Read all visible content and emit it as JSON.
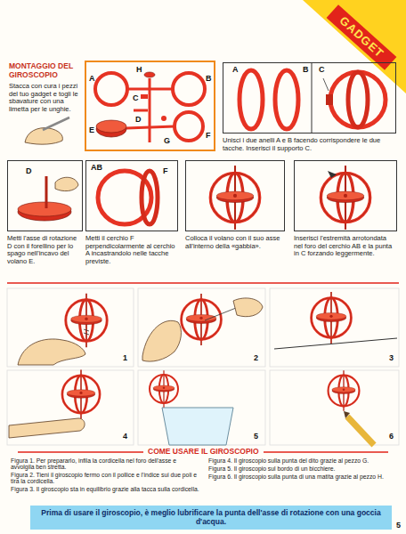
{
  "diagram": {
    "title": "MONTAGGIO DEL GIROSCOPIO",
    "nodes": [
      {
        "text": [
          "GADGET"
        ]
      },
      {
        "text": [
          "A",
          "H",
          "C",
          "B",
          "D",
          "E",
          "G",
          "F"
        ]
      },
      {
        "text": [
          "A",
          "B",
          "C",
          "Unisci i due anelli A e B facendo corrispondere le due tacche. Inserisci il supporto C."
        ]
      },
      {
        "text": [
          "D",
          "Metti l'asse di rotazione D con il forellino per lo spago nell'incavo del volano E."
        ]
      },
      {
        "text": [
          "AB",
          "F",
          "Metti il cerchio F perpendicolarmente al cerchio A incastrandolo nelle tacche previste."
        ]
      },
      {
        "text": [
          "Colloca il volano con il suo asse all'interno della «gabbia»."
        ]
      },
      {
        "text": [
          "Inserisci l'estremità arrotondata nel foro del cerchio AB e la punta in C forzando leggermente."
        ]
      },
      {
        "text": [
          "Prima di usare il giroscopio, è meglio lubrificare la punta dell'asse di rotazione con una goccia d'acqua."
        ]
      }
    ],
    "labels": [
      "Stacca con cura i pezzi del tuo gadget e togli le sbavature con una limetta per le unghie.",
      "1",
      "2",
      "3",
      "4",
      "5",
      "6",
      "COME USARE IL GIROSCOPIO",
      "Figura 1. Per prepararlo, infila la cordicella nel foro dell'asse e avvolgila ben stretta.",
      "Figura 2. Tieni il giroscopio fermo con il pollice e l'indice sui due poli e tira la cordicella.",
      "Figura 3. Il giroscopio sta in equilibrio grazie alla tacca sulla cordicella.",
      "Figura 4. Il giroscopio sulla punta del dito grazie al pezzo G.",
      "Figura 5. Il giroscopio sul bordo di un bicchiere.",
      "Figura 6. Il giroscopio sulla punta di una matita grazie al pezzo H.",
      "5"
    ]
  }
}
